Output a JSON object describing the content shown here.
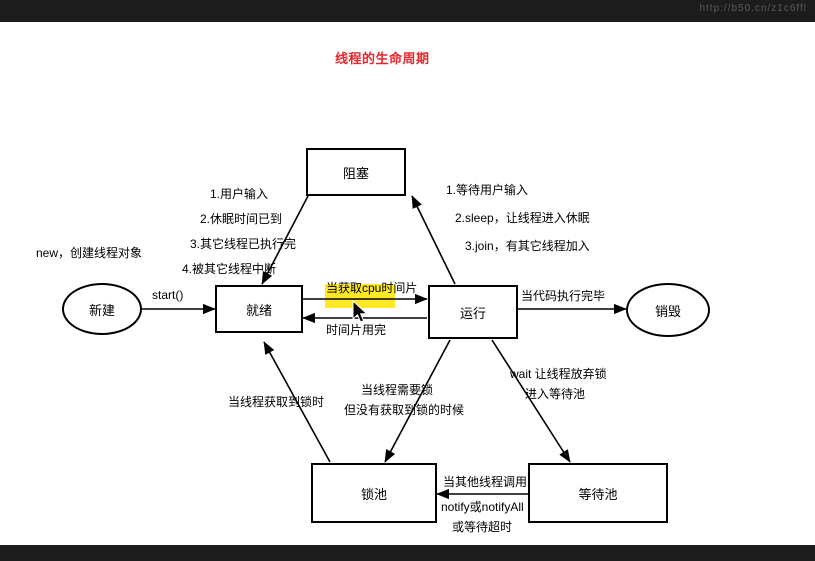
{
  "page": {
    "title": "线程的生命周期",
    "watermark": "http://b50.cn/z1c6ffl"
  },
  "nodes": [
    {
      "id": "new",
      "label": "新建",
      "shape": "ellipse"
    },
    {
      "id": "ready",
      "label": "就绪",
      "shape": "rect"
    },
    {
      "id": "blocked",
      "label": "阻塞",
      "shape": "rect"
    },
    {
      "id": "running",
      "label": "运行",
      "shape": "rect"
    },
    {
      "id": "dead",
      "label": "销毁",
      "shape": "ellipse"
    },
    {
      "id": "lockpool",
      "label": "锁池",
      "shape": "rect"
    },
    {
      "id": "waitpool",
      "label": "等待池",
      "shape": "rect"
    }
  ],
  "labels": {
    "new_create": "new，创建线程对象",
    "start": "start()",
    "to_ready_list": [
      "1.用户输入",
      "2.休眠时间已到",
      "3.其它线程已执行完",
      "4.被其它线程中断"
    ],
    "to_blocked_list": [
      "1.等待用户输入",
      "2.sleep，让线程进入休眠",
      "3.join，有其它线程加入"
    ],
    "get_cpu": "当获取cpu时间片",
    "slice_used": "时间片用完",
    "code_done": "当代码执行完毕",
    "wait_release": "wait 让线程放弃锁",
    "enter_waitpool": "进入等待池",
    "need_lock_1": "当线程需要锁",
    "need_lock_2": "但没有获取到锁的时候",
    "got_lock": "当线程获取到锁时",
    "notify_1": "当其他线程调用",
    "notify_2": "notify或notifyAll",
    "notify_3": "或等待超时"
  }
}
